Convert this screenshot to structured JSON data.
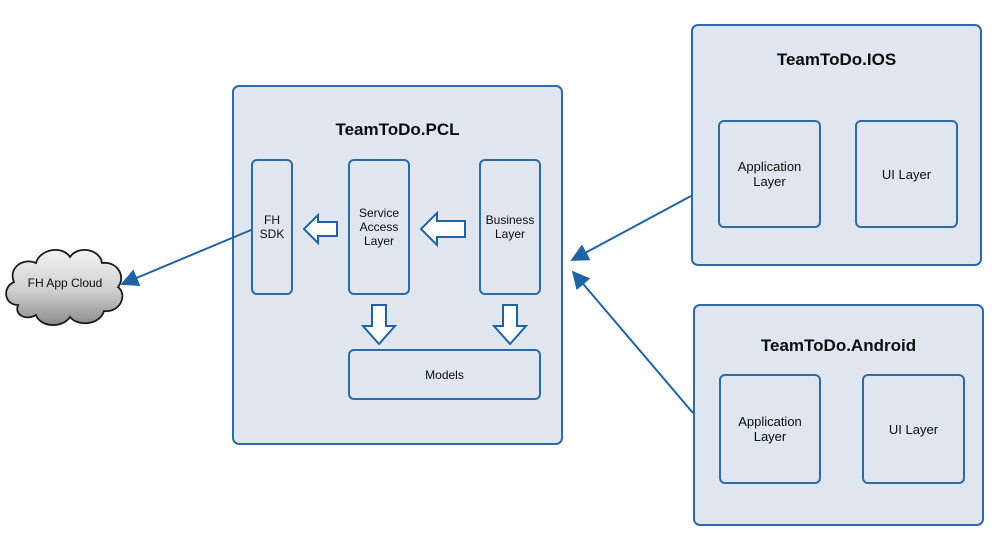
{
  "cloud": {
    "label": "FH App Cloud"
  },
  "pcl": {
    "title": "TeamToDo.PCL",
    "fh_sdk": "FH\nSDK",
    "service_access": "Service\nAccess\nLayer",
    "business": "Business\nLayer",
    "models": "Models"
  },
  "ios": {
    "title": "TeamToDo.IOS",
    "application": "Application\nLayer",
    "ui": "UI Layer"
  },
  "android": {
    "title": "TeamToDo.Android",
    "application": "Application\nLayer",
    "ui": "UI Layer"
  },
  "colors": {
    "border": "#2f6aa6",
    "fill": "#dfe6ef",
    "arrow": "#1f63a6",
    "cloud_light": "#f0f0f0",
    "cloud_dark": "#8c8c8c"
  }
}
